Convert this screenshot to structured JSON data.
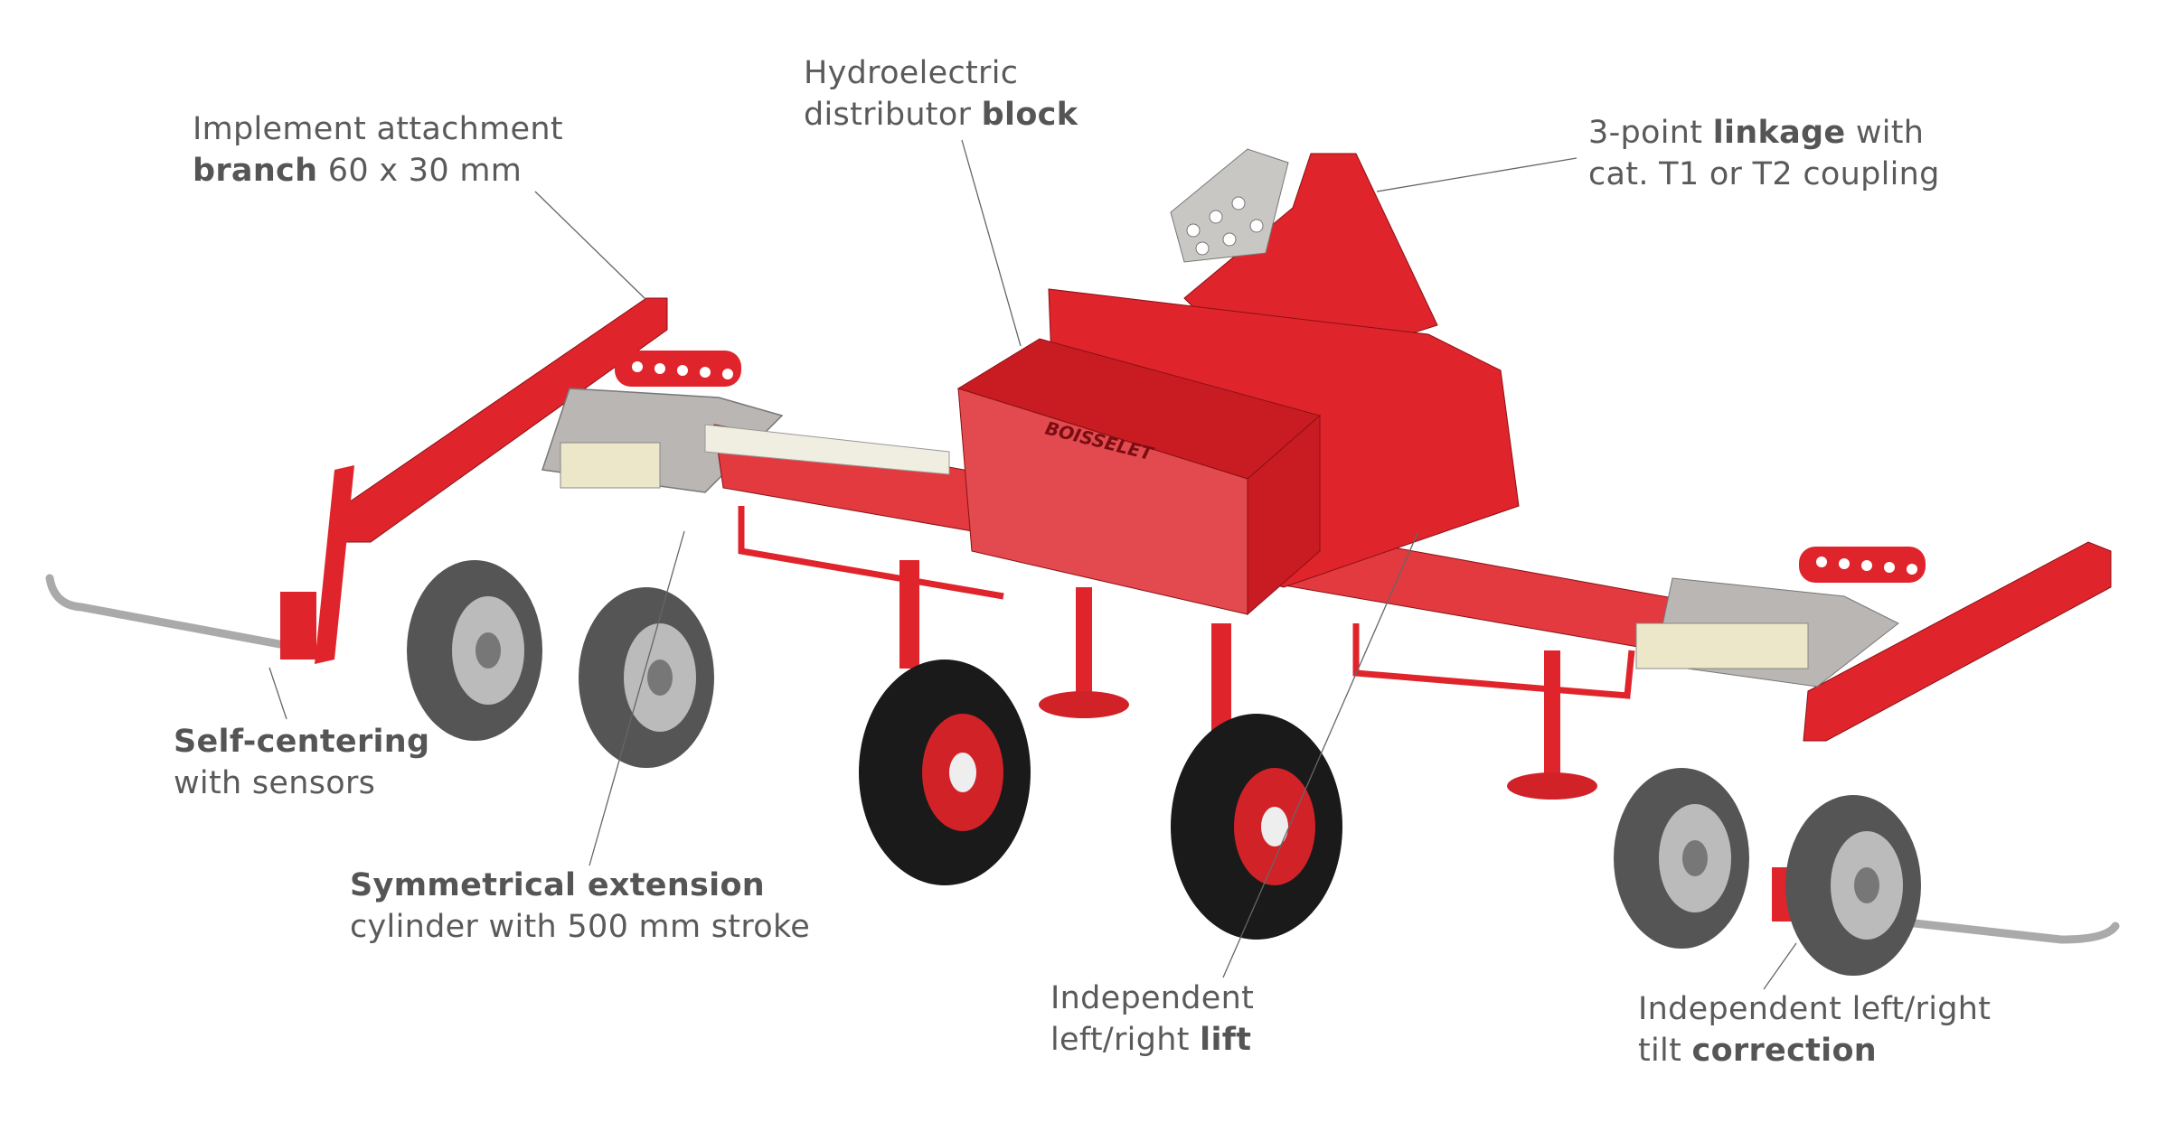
{
  "diagram": {
    "brand_marking": "BOISSELET",
    "callouts": [
      {
        "id": "branch",
        "line1": "Implement attachment",
        "line2_bold": "branch",
        "line2_rest": " 60 x 30 mm"
      },
      {
        "id": "distributor",
        "line1": "Hydroelectric",
        "line2_pre": "distributor ",
        "line2_bold": "block"
      },
      {
        "id": "linkage",
        "line1_pre": "3-point ",
        "line1_bold": "linkage",
        "line1_rest": " with",
        "line2": "cat. T1 or T2 coupling"
      },
      {
        "id": "self-centering",
        "line1_bold": "Self-centering",
        "line2": "with sensors"
      },
      {
        "id": "extension",
        "line1_bold": "Symmetrical extension",
        "line2": "cylinder with 500 mm stroke"
      },
      {
        "id": "lift",
        "line1": "Independent",
        "line2_pre": "left/right ",
        "line2_bold": "lift"
      },
      {
        "id": "tilt",
        "line1": "Independent left/right",
        "line2_pre": "tilt ",
        "line2_bold": "correction"
      }
    ],
    "colors": {
      "frame_red": "#e0242b",
      "frame_dark": "#b81a20",
      "tyre": "#1a1a1a",
      "grey_tyre": "#555555",
      "plate": "#b9b6b4",
      "text": "#5a5a5a"
    }
  }
}
